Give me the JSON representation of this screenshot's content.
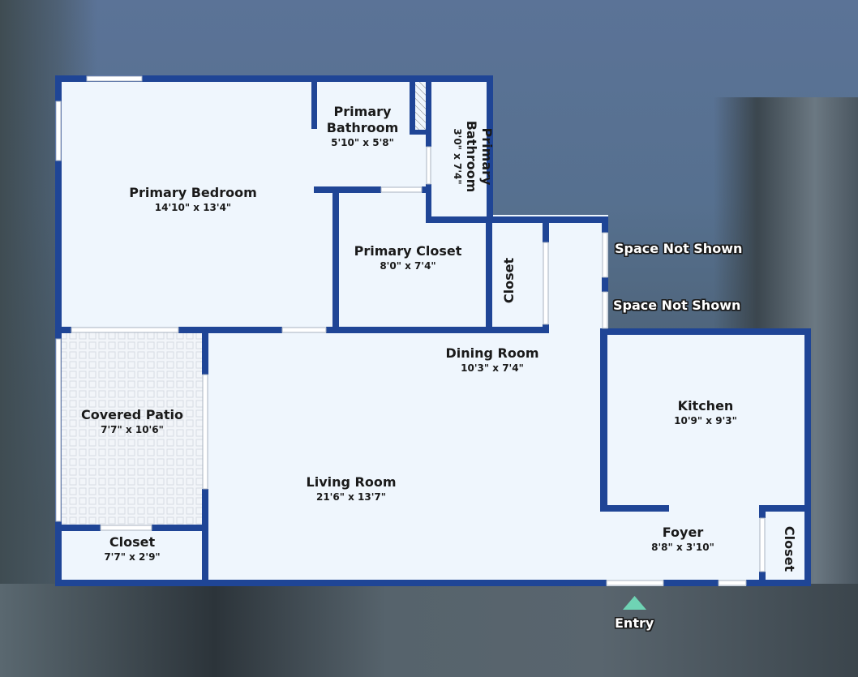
{
  "colors": {
    "wall": "#1f4596",
    "floor": "#eff6fd",
    "entry_marker": "#6fd3b4",
    "door_gap": "#ffffff"
  },
  "rooms": {
    "primary_bedroom": {
      "name": "Primary Bedroom",
      "dims": "14'10\" x 13'4\""
    },
    "primary_bathroom_1": {
      "name_line1": "Primary",
      "name_line2": "Bathroom",
      "dims": "5'10\" x 5'8\""
    },
    "primary_bathroom_2": {
      "name_line1": "Primary",
      "name_line2": "Bathroom",
      "dims": "3'0\" x 7'4\""
    },
    "primary_closet": {
      "name": "Primary Closet",
      "dims": "8'0\" x 7'4\""
    },
    "closet_hall": {
      "name": "Closet"
    },
    "dining_room": {
      "name": "Dining Room",
      "dims": "10'3\" x 7'4\""
    },
    "kitchen": {
      "name": "Kitchen",
      "dims": "10'9\" x 9'3\""
    },
    "covered_patio": {
      "name": "Covered Patio",
      "dims": "7'7\" x 10'6\""
    },
    "closet_patio": {
      "name": "Closet",
      "dims": "7'7\" x 2'9\""
    },
    "living_room": {
      "name": "Living Room",
      "dims": "21'6\" x 13'7\""
    },
    "foyer": {
      "name": "Foyer",
      "dims": "8'8\" x 3'10\""
    },
    "closet_foyer": {
      "name": "Closet"
    }
  },
  "annotations": {
    "space_not_shown_1": "Space Not Shown",
    "space_not_shown_2": "Space Not Shown",
    "entry": "Entry"
  }
}
